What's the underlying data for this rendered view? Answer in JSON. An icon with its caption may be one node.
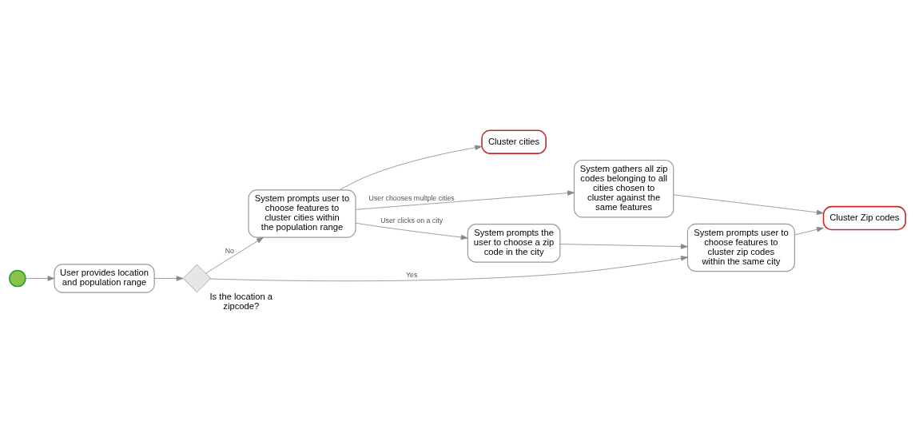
{
  "diagram": {
    "nodes": [
      {
        "text": [],
        "shape": "circle"
      },
      {
        "text": [
          "User provides location and population range"
        ]
      },
      {
        "text": [
          "Is the location a zipcode?"
        ]
      },
      {
        "text": [
          "System prompts user to choose features to cluster cities within the population range"
        ]
      },
      {
        "text": [
          "Cluster cities"
        ]
      },
      {
        "text": [
          "System gathers all zip codes belonging to all cities chosen to cluster against the same features"
        ]
      },
      {
        "text": [
          "System prompts the user to choose a zip code in the city"
        ]
      },
      {
        "text": [
          "System prompts user to choose features to cluster zip codes within the same city"
        ]
      },
      {
        "text": [
          "Cluster Zip codes"
        ]
      }
    ],
    "edges": [
      {
        "from": 0,
        "to": 1,
        "arrow": "to"
      },
      {
        "from": 1,
        "to": 2,
        "arrow": "to"
      },
      {
        "from": 2,
        "to": 3,
        "arrow": "to",
        "label": "No"
      },
      {
        "from": 2,
        "to": 7,
        "arrow": "to",
        "label": "Yes"
      },
      {
        "from": 3,
        "to": 4,
        "arrow": "to"
      },
      {
        "from": 3,
        "to": 5,
        "arrow": "to",
        "label": "User chooses multple cities"
      },
      {
        "from": 3,
        "to": 6,
        "arrow": "to",
        "label": "User clicks on a city"
      },
      {
        "from": 6,
        "to": 7,
        "arrow": "to"
      },
      {
        "from": 5,
        "to": 8,
        "arrow": "to"
      },
      {
        "from": 7,
        "to": 8,
        "arrow": "to"
      }
    ]
  }
}
